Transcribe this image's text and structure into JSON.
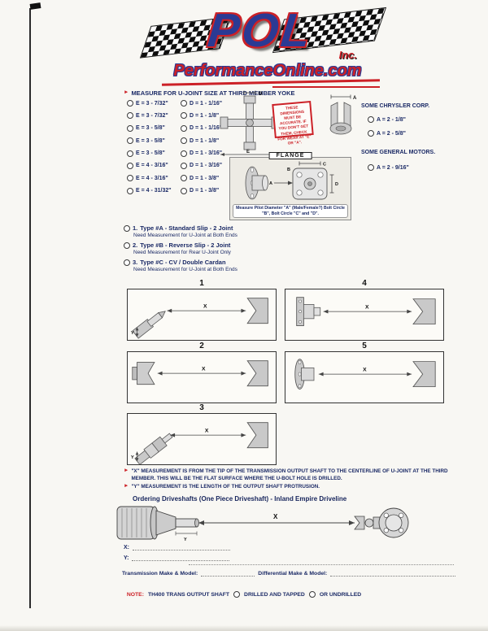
{
  "logo": {
    "brand": "POL",
    "inc": "Inc.",
    "site": "PerformanceOnline.com"
  },
  "measure": {
    "heading": "MEASURE FOR U-JOINT SIZE AT THIRD MEMBER YOKE",
    "options": [
      {
        "e": "E = 3 - 7/32\"",
        "d": "D = 1 - 1/16\""
      },
      {
        "e": "E = 3 - 7/32\"",
        "d": "D = 1 - 1/8\""
      },
      {
        "e": "E = 3 - 5/8\"",
        "d": "D = 1 - 1/16\""
      },
      {
        "e": "E = 3 - 5/8\"",
        "d": "D = 1 - 1/8\""
      },
      {
        "e": "E = 3 - 5/8\"",
        "d": "D = 1 - 3/16\""
      },
      {
        "e": "E = 4 - 3/16\"",
        "d": "D = 1 - 3/16\""
      },
      {
        "e": "E = 4 - 3/16\"",
        "d": "D = 1 - 3/8\""
      },
      {
        "e": "E = 4 - 31/32\"",
        "d": "D = 1 - 3/8\""
      }
    ],
    "warning": "THESE DIMENSIONS MUST BE ACCURATE. IF YOU DON'T GET THEM, CHECK FOR WEAR AT \"E\" OR \"A\".",
    "chrysler_heading": "SOME CHRYSLER CORP.",
    "chrysler_options": [
      "A = 2 - 1/8\"",
      "A = 2 - 5/8\""
    ],
    "gm_heading": "SOME GENERAL MOTORS.",
    "gm_options": [
      "A = 2 - 9/16\""
    ]
  },
  "flange": {
    "label": "FLANGE",
    "caption": "Measure Pilot Diameter \"A\" (Male/Female?) Bolt Circle \"B\", Bolt Circle \"C\" and \"D\"."
  },
  "types": [
    {
      "num": "1.",
      "title": "Type #A - Standard Slip - 2 Joint",
      "note": "Need Measurement for U-Joint at Both Ends"
    },
    {
      "num": "2.",
      "title": "Type #B - Reverse Slip - 2 Joint",
      "note": "Need Measurement for Rear U-Joint Only"
    },
    {
      "num": "3.",
      "title": "Type #C - CV / Double Cardan",
      "note": "Need Measurement for U-Joint at Both Ends"
    }
  ],
  "diagrams": {
    "labels": [
      "1",
      "2",
      "3",
      "4",
      "5"
    ]
  },
  "notes": {
    "x_note": "\"X\" MEASUREMENT IS FROM THE TIP OF THE TRANSMISSION OUTPUT SHAFT TO THE CENTERLINE OF U-JOINT AT THE THIRD MEMBER. THIS WILL BE THE FLAT SURFACE WHERE THE U-BOLT HOLE IS DRILLED.",
    "y_note": "\"Y\" MEASUREMENT IS THE LENGTH OF THE OUTPUT SHAFT PROTRUSION."
  },
  "ordering": {
    "heading": "Ordering Driveshafts (One Piece Driveshaft) - Inland Empire Driveline",
    "x_label": "X:",
    "y_label": "Y:",
    "transmission_label": "Transmission Make & Model:",
    "differential_label": "Differential Make & Model:"
  },
  "footer": {
    "note_label": "NOTE:",
    "text": "TH400 TRANS OUTPUT SHAFT",
    "option1": "DRILLED AND TAPPED",
    "option2": "OR UNDRILLED"
  },
  "dims": {
    "a": "A",
    "b": "B",
    "c": "C",
    "d": "D",
    "e": "E",
    "x": "X",
    "y": "Y"
  },
  "icons": {
    "bullet": "►"
  },
  "colors": {
    "navy": "#1b2a66",
    "red": "#cc2127",
    "logo_blue": "#2b3a94"
  }
}
